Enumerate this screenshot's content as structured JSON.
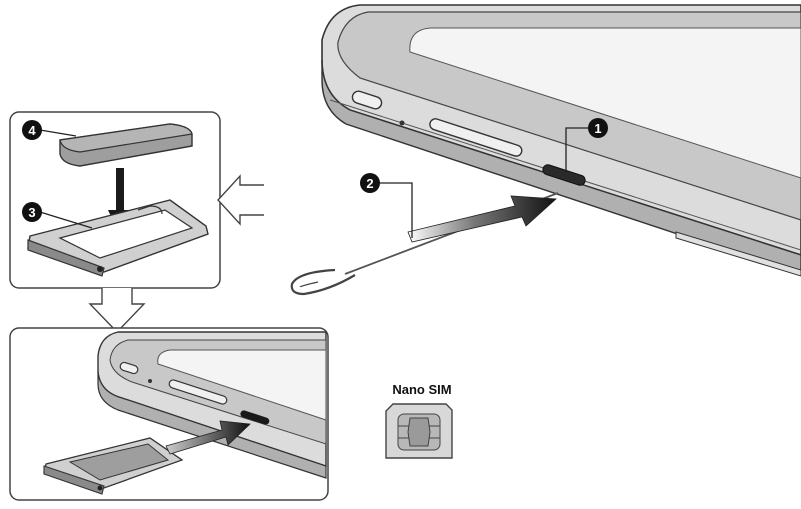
{
  "callouts": {
    "c1": "1",
    "c2": "2",
    "c3": "3",
    "c4": "4"
  },
  "nano_sim_label": "Nano SIM",
  "colors": {
    "outline": "#333333",
    "device_fill": "#e6e6e6",
    "device_bezel": "#bdbdbd",
    "sim_fill": "#a9a9a9",
    "callout_fill": "#111111",
    "arrow_fill": "#1a1a1a"
  }
}
